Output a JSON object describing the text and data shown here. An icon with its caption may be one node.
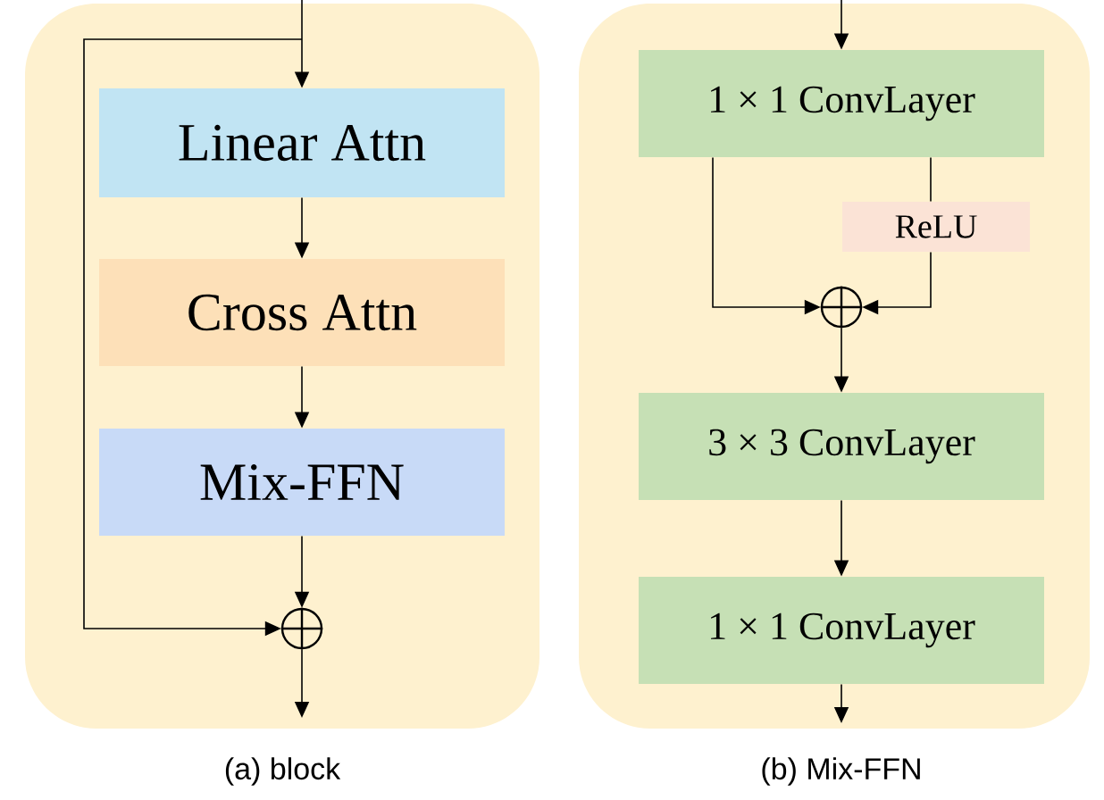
{
  "diagram": {
    "nodes": [
      {
        "text": [],
        "shape": "box"
      },
      {
        "text": [
          "Linear Attn"
        ],
        "in": 0
      },
      {
        "text": [
          "Cross Attn"
        ],
        "in": 0
      },
      {
        "text": [
          "Mix-FFN"
        ],
        "in": 0
      },
      {
        "text": [],
        "shape": "circle",
        "in": 0
      },
      {
        "text": [],
        "shape": "box"
      },
      {
        "text": [
          "1 × 1 ConvLayer"
        ],
        "in": 5
      },
      {
        "text": [
          "ReLU"
        ],
        "in": 5
      },
      {
        "text": [],
        "shape": "circle",
        "in": 5
      },
      {
        "text": [
          "3 × 3 ConvLayer"
        ],
        "in": 5
      },
      {
        "text": [
          "1 × 1 ConvLayer"
        ],
        "in": 5
      }
    ],
    "edges": [
      {
        "from": null,
        "to": 1,
        "arrow": "to"
      },
      {
        "from": null,
        "to": 4,
        "arrow": "to"
      },
      {
        "from": 1,
        "to": 2,
        "arrow": "to"
      },
      {
        "from": 2,
        "to": 3,
        "arrow": "to"
      },
      {
        "from": 3,
        "to": 4,
        "arrow": "to"
      },
      {
        "from": 4,
        "to": null,
        "arrow": "to"
      },
      {
        "from": null,
        "to": 6,
        "arrow": "to"
      },
      {
        "from": 6,
        "to": 8,
        "arrow": "to"
      },
      {
        "from": 6,
        "to": 7,
        "arrow": "none"
      },
      {
        "from": 7,
        "to": 8,
        "arrow": "to"
      },
      {
        "from": 8,
        "to": 9,
        "arrow": "to"
      },
      {
        "from": 9,
        "to": 10,
        "arrow": "to"
      },
      {
        "from": 10,
        "to": null,
        "arrow": "to"
      }
    ],
    "labels": [
      "(a) block",
      "(b) Mix-FFN"
    ]
  }
}
